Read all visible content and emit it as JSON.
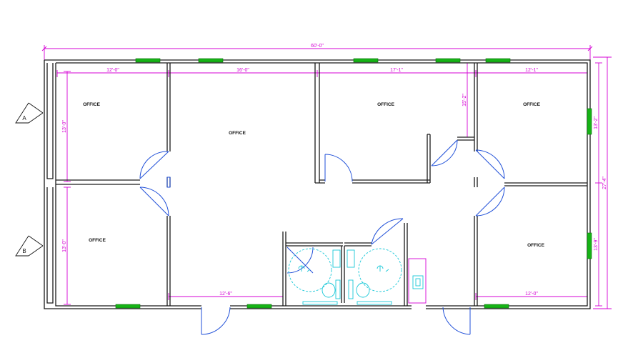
{
  "dimensions": {
    "overall_width": "60'-0\"",
    "overall_depth": "27'-4\"",
    "office_nw_width": "12'-0\"",
    "central_room_width": "16'-0\"",
    "office_n_width": "17'-1\"",
    "office_ne_width": "12'-1\"",
    "office_nw_depth": "13'-0\"",
    "office_sw_depth": "13'-0\"",
    "office_ne_depth": "13'-2\"",
    "office_se_depth": "13'-9\"",
    "hall_depth": "15'-2\"",
    "bottom_center_width": "12'-6\"",
    "office_se_width": "12'-0\""
  },
  "rooms": [
    {
      "label": "OFFICE"
    },
    {
      "label": "OFFICE"
    },
    {
      "label": "OFFICE"
    },
    {
      "label": "OFFICE"
    },
    {
      "label": "OFFICE"
    },
    {
      "label": "OFFICE"
    }
  ],
  "section_tags": [
    {
      "letter": "A"
    },
    {
      "letter": "B"
    }
  ],
  "colors": {
    "walls": "#1a1a1a",
    "dimensions": "#d400d4",
    "windows": "#16b316",
    "doors": "#1f4fd8",
    "fixtures": "#19c8d8"
  }
}
